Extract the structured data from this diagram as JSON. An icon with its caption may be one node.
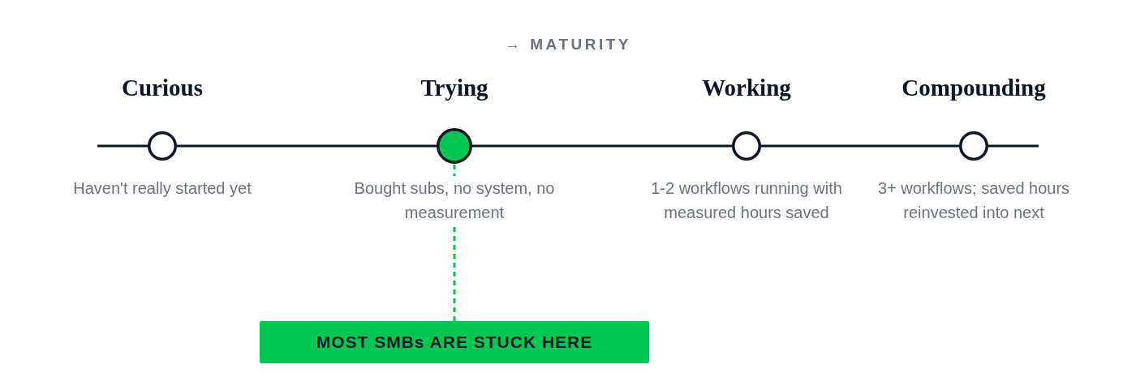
{
  "diagram": {
    "title": "→ MATURITY",
    "nodes": [
      {
        "text": [],
        "shape": "circle",
        "beside": [
          "Curious",
          "Haven't really started yet"
        ]
      },
      {
        "text": [],
        "shape": "circle",
        "beside": [
          "Trying",
          "Bought subs, no system, no measurement"
        ]
      },
      {
        "text": [],
        "shape": "circle",
        "beside": [
          "Working",
          "1-2 workflows running with measured hours saved"
        ]
      },
      {
        "text": [],
        "shape": "circle",
        "beside": [
          "Compounding",
          "3+ workflows; saved hours reinvested into next"
        ]
      },
      {
        "text": [
          "MOST SMBs ARE STUCK HERE"
        ]
      }
    ],
    "edges": [
      {
        "from": 0,
        "to": 1,
        "arrow": "none"
      },
      {
        "from": 1,
        "to": 2,
        "arrow": "none"
      },
      {
        "from": 2,
        "to": 3,
        "arrow": "none"
      },
      {
        "from": 4,
        "to": 1,
        "arrow": "none",
        "style": "dashed",
        "color": "#00c853"
      }
    ]
  }
}
